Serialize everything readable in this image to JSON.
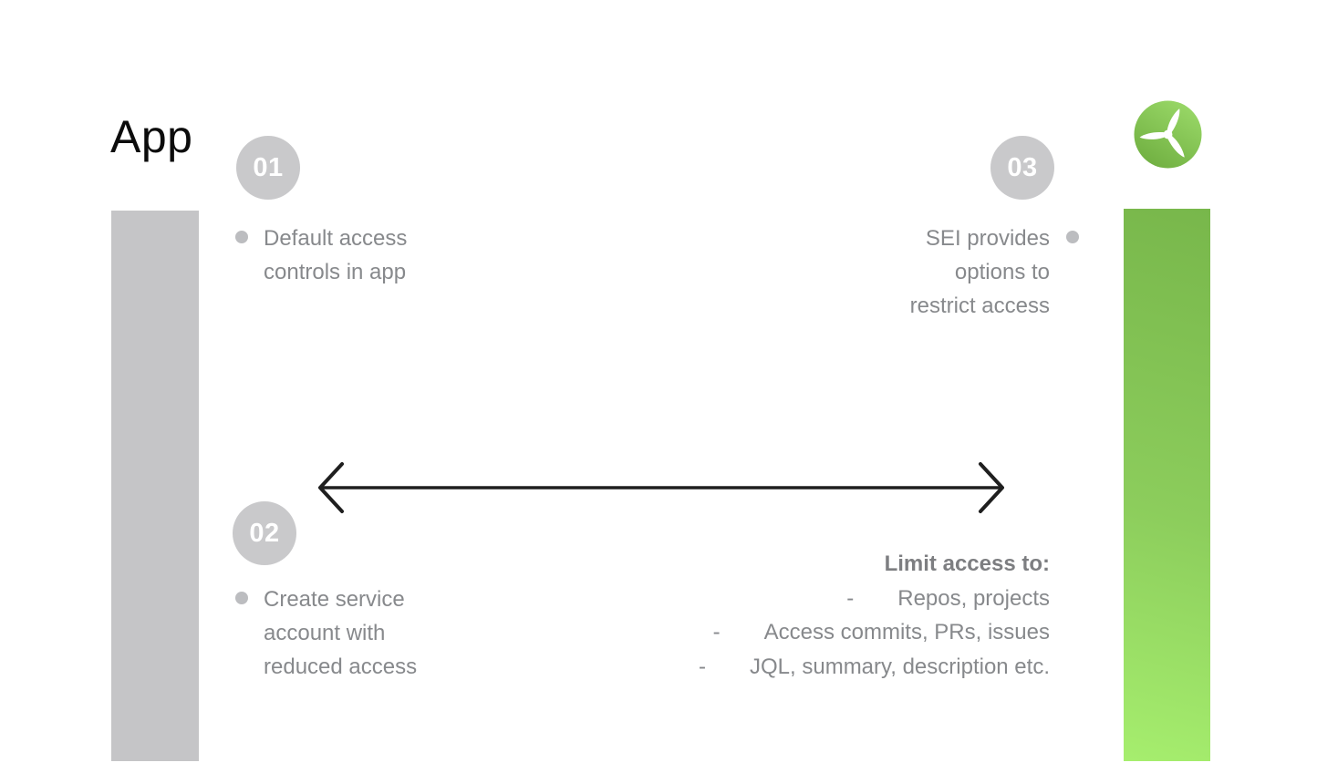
{
  "title": "App",
  "colors": {
    "bar_gray": "#c5c5c7",
    "badge_gray": "#c9c9cb",
    "bullet_gray": "#bcbdc0",
    "text_gray": "#87898c",
    "arrow_black": "#1f1f1f",
    "green_top": "#78b74b",
    "green_bottom": "#a6ee6e"
  },
  "icons": {
    "logo": "propeller-logo"
  },
  "steps": [
    {
      "number": "01",
      "lines": [
        "Default access",
        "controls in app"
      ]
    },
    {
      "number": "02",
      "lines": [
        "Create service",
        "account with",
        "reduced access"
      ]
    },
    {
      "number": "03",
      "lines": [
        "SEI provides",
        "options to",
        "restrict access"
      ]
    }
  ],
  "limit": {
    "heading": "Limit access to:",
    "dash": "-",
    "items": [
      "Repos, projects",
      "Access commits, PRs, issues",
      "JQL, summary, description etc."
    ]
  }
}
